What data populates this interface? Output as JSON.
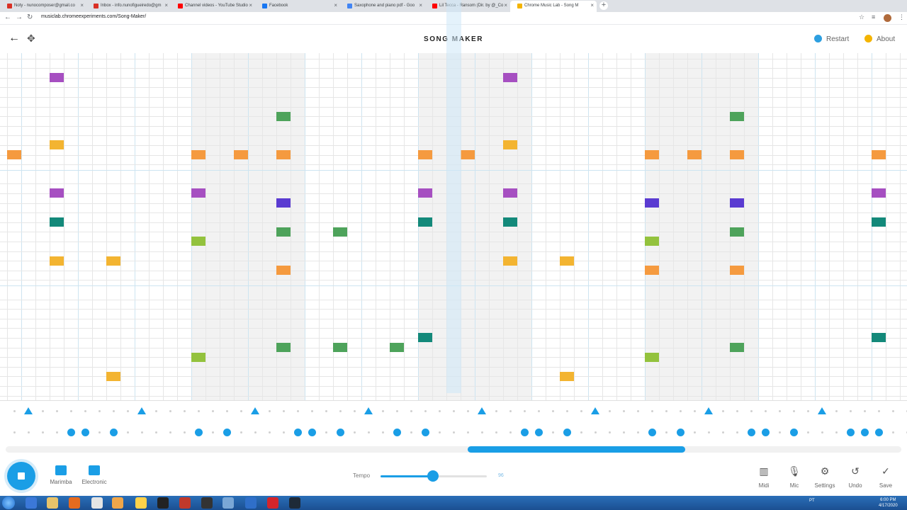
{
  "browser": {
    "tabs": [
      {
        "title": "Noty - nunocomposer@gmail.co",
        "favicon": "gmail-icon",
        "color": "#d93025"
      },
      {
        "title": "Inbox - info.nunofigueiredo@gm",
        "favicon": "gmail-icon",
        "color": "#d93025"
      },
      {
        "title": "Channel videos - YouTube Studio",
        "favicon": "youtube-icon",
        "color": "#ff0000"
      },
      {
        "title": "Facebook",
        "favicon": "facebook-icon",
        "color": "#1877f2"
      },
      {
        "title": "Saxophone and piano pdf - Goo",
        "favicon": "google-icon",
        "color": "#4285f4"
      },
      {
        "title": "Lil Tecca - Ransom (Dir. by @_Co",
        "favicon": "youtube-icon",
        "color": "#ff0000"
      },
      {
        "title": "Chrome Music Lab - Song M",
        "favicon": "music-lab-icon",
        "color": "#f4b400",
        "active": true
      }
    ],
    "new_tab": "+",
    "url": "musiclab.chromeexperiments.com/Song-Maker/"
  },
  "app": {
    "title": "SONG MAKER",
    "restart_label": "Restart",
    "about_label": "About"
  },
  "grid": {
    "notes": [
      {
        "col": 3,
        "row": 1,
        "color": "#a64fc1"
      },
      {
        "col": 35,
        "row": 1,
        "color": "#a64fc1"
      },
      {
        "col": 19,
        "row": 5,
        "color": "#4ea35b"
      },
      {
        "col": 51,
        "row": 5,
        "color": "#4ea35b"
      },
      {
        "col": 3,
        "row": 8,
        "color": "#f3b431"
      },
      {
        "col": 35,
        "row": 8,
        "color": "#f3b431"
      },
      {
        "col": 0,
        "row": 9,
        "color": "#f59a3f"
      },
      {
        "col": 13,
        "row": 9,
        "color": "#f59a3f"
      },
      {
        "col": 16,
        "row": 9,
        "color": "#f59a3f"
      },
      {
        "col": 19,
        "row": 9,
        "color": "#f59a3f"
      },
      {
        "col": 29,
        "row": 9,
        "color": "#f59a3f"
      },
      {
        "col": 32,
        "row": 9,
        "color": "#f59a3f"
      },
      {
        "col": 45,
        "row": 9,
        "color": "#f59a3f"
      },
      {
        "col": 48,
        "row": 9,
        "color": "#f59a3f"
      },
      {
        "col": 51,
        "row": 9,
        "color": "#f59a3f"
      },
      {
        "col": 61,
        "row": 9,
        "color": "#f59a3f"
      },
      {
        "col": 3,
        "row": 13,
        "color": "#a64fc1"
      },
      {
        "col": 13,
        "row": 13,
        "color": "#a64fc1"
      },
      {
        "col": 29,
        "row": 13,
        "color": "#a64fc1"
      },
      {
        "col": 35,
        "row": 13,
        "color": "#a64fc1"
      },
      {
        "col": 61,
        "row": 13,
        "color": "#a64fc1"
      },
      {
        "col": 19,
        "row": 14,
        "color": "#5a3bd1"
      },
      {
        "col": 45,
        "row": 14,
        "color": "#5a3bd1"
      },
      {
        "col": 51,
        "row": 14,
        "color": "#5a3bd1"
      },
      {
        "col": 3,
        "row": 16,
        "color": "#13897a"
      },
      {
        "col": 29,
        "row": 16,
        "color": "#13897a"
      },
      {
        "col": 35,
        "row": 16,
        "color": "#13897a"
      },
      {
        "col": 61,
        "row": 16,
        "color": "#13897a"
      },
      {
        "col": 19,
        "row": 17,
        "color": "#4ea35b"
      },
      {
        "col": 23,
        "row": 17,
        "color": "#4ea35b"
      },
      {
        "col": 51,
        "row": 17,
        "color": "#4ea35b"
      },
      {
        "col": 13,
        "row": 18,
        "color": "#93c23d"
      },
      {
        "col": 45,
        "row": 18,
        "color": "#93c23d"
      },
      {
        "col": 3,
        "row": 20,
        "color": "#f3b431"
      },
      {
        "col": 7,
        "row": 20,
        "color": "#f3b431"
      },
      {
        "col": 35,
        "row": 20,
        "color": "#f3b431"
      },
      {
        "col": 39,
        "row": 20,
        "color": "#f3b431"
      },
      {
        "col": 19,
        "row": 21,
        "color": "#f59a3f"
      },
      {
        "col": 45,
        "row": 21,
        "color": "#f59a3f"
      },
      {
        "col": 51,
        "row": 21,
        "color": "#f59a3f"
      },
      {
        "col": 29,
        "row": 28,
        "color": "#13897a"
      },
      {
        "col": 61,
        "row": 28,
        "color": "#13897a"
      },
      {
        "col": 19,
        "row": 29,
        "color": "#4ea35b"
      },
      {
        "col": 23,
        "row": 29,
        "color": "#4ea35b"
      },
      {
        "col": 27,
        "row": 29,
        "color": "#4ea35b"
      },
      {
        "col": 51,
        "row": 29,
        "color": "#4ea35b"
      },
      {
        "col": 13,
        "row": 30,
        "color": "#93c23d"
      },
      {
        "col": 45,
        "row": 30,
        "color": "#93c23d"
      },
      {
        "col": 7,
        "row": 32,
        "color": "#f3b431"
      },
      {
        "col": 39,
        "row": 32,
        "color": "#f3b431"
      }
    ],
    "rhythm_triangles": [
      1,
      9,
      17,
      25,
      33,
      41,
      49,
      57
    ],
    "rhythm_circles": [
      4,
      5,
      7,
      13,
      15,
      20,
      21,
      23,
      27,
      29,
      36,
      37,
      39,
      45,
      47,
      52,
      53,
      55,
      59,
      60,
      61
    ],
    "accent_color": "#1a9ee6"
  },
  "controls": {
    "instrument_label": "Marimba",
    "percussion_label": "Electronic",
    "tempo_label": "Tempo",
    "tempo_value": "96",
    "tempo_fraction": 0.49,
    "tools": [
      {
        "label": "Midi",
        "icon": "piano-icon"
      },
      {
        "label": "Mic",
        "icon": "mic-icon"
      },
      {
        "label": "Settings",
        "icon": "gear-icon"
      },
      {
        "label": "Undo",
        "icon": "undo-icon"
      },
      {
        "label": "Save",
        "icon": "check-icon"
      }
    ]
  },
  "taskbar": {
    "tray_lang": "PT",
    "time": "6:00 PM",
    "date": "4/17/2020"
  }
}
